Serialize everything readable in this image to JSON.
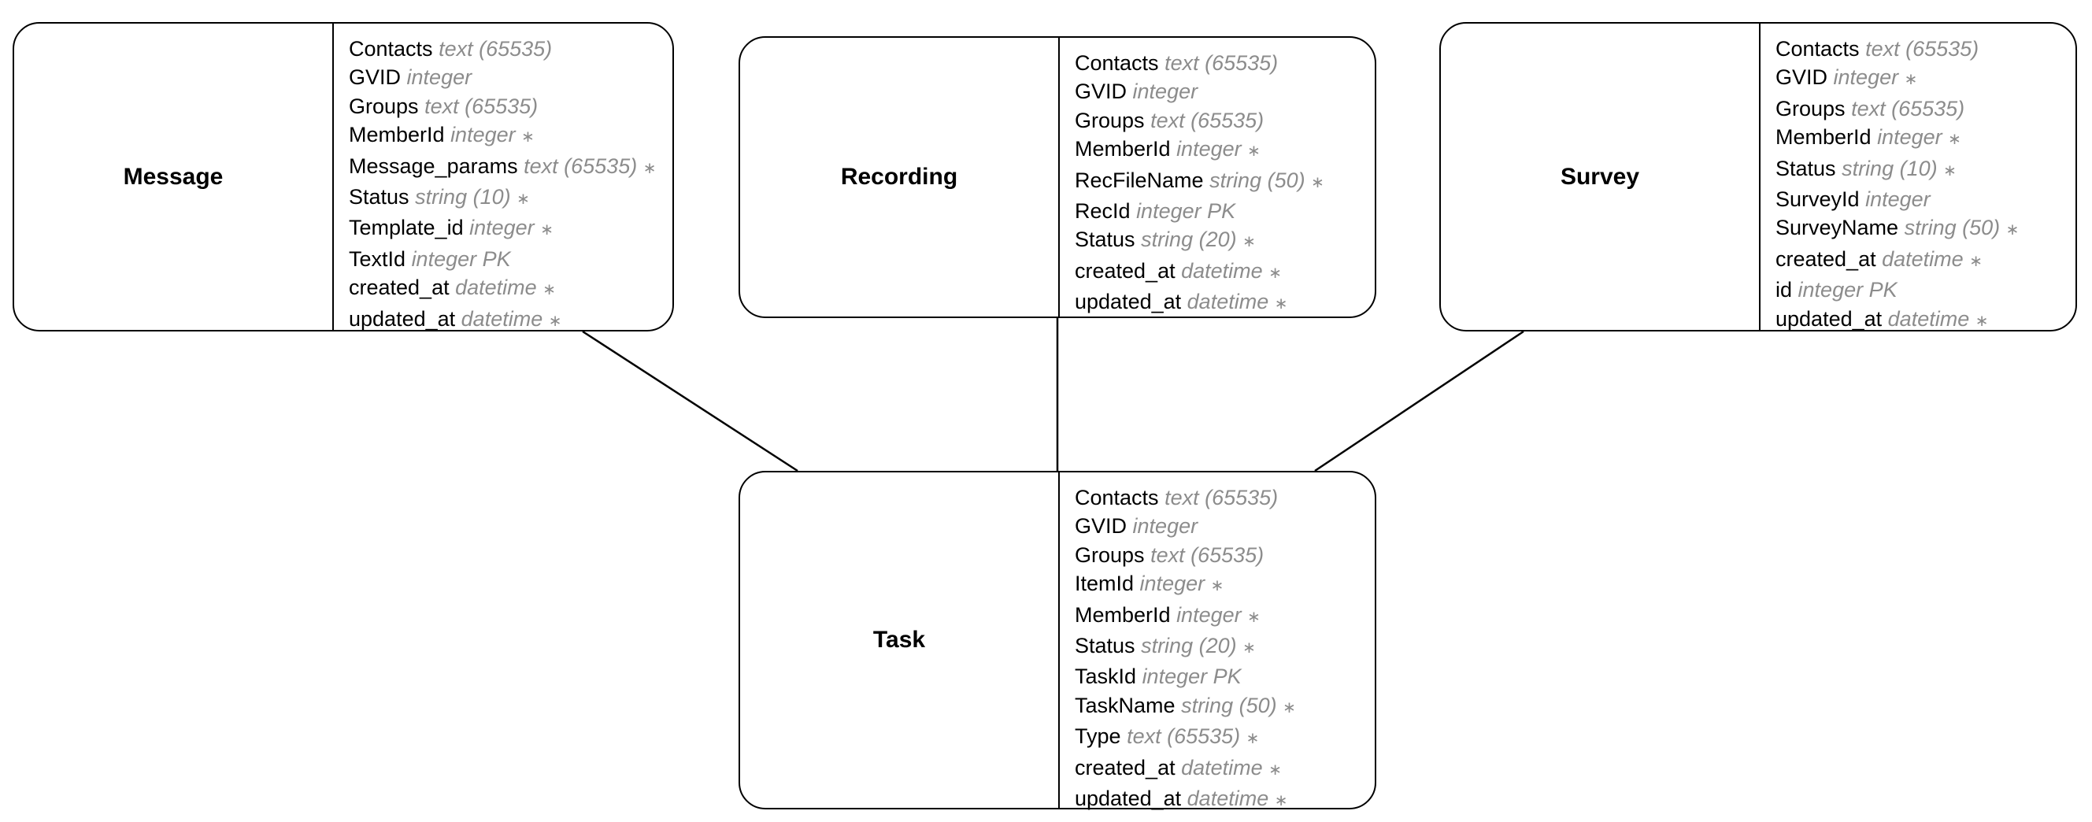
{
  "entities": [
    {
      "id": "message",
      "name": "Message",
      "attributes": [
        {
          "field": "Contacts",
          "type": "text (65535)",
          "required": false,
          "key": ""
        },
        {
          "field": "GVID",
          "type": "integer",
          "required": false,
          "key": ""
        },
        {
          "field": "Groups",
          "type": "text (65535)",
          "required": false,
          "key": ""
        },
        {
          "field": "MemberId",
          "type": "integer",
          "required": true,
          "key": ""
        },
        {
          "field": "Message_params",
          "type": "text (65535)",
          "required": true,
          "key": ""
        },
        {
          "field": "Status",
          "type": "string (10)",
          "required": true,
          "key": ""
        },
        {
          "field": "Template_id",
          "type": "integer",
          "required": true,
          "key": ""
        },
        {
          "field": "TextId",
          "type": "integer",
          "required": false,
          "key": "PK"
        },
        {
          "field": "created_at",
          "type": "datetime",
          "required": true,
          "key": ""
        },
        {
          "field": "updated_at",
          "type": "datetime",
          "required": true,
          "key": ""
        }
      ]
    },
    {
      "id": "recording",
      "name": "Recording",
      "attributes": [
        {
          "field": "Contacts",
          "type": "text (65535)",
          "required": false,
          "key": ""
        },
        {
          "field": "GVID",
          "type": "integer",
          "required": false,
          "key": ""
        },
        {
          "field": "Groups",
          "type": "text (65535)",
          "required": false,
          "key": ""
        },
        {
          "field": "MemberId",
          "type": "integer",
          "required": true,
          "key": ""
        },
        {
          "field": "RecFileName",
          "type": "string (50)",
          "required": true,
          "key": ""
        },
        {
          "field": "RecId",
          "type": "integer",
          "required": false,
          "key": "PK"
        },
        {
          "field": "Status",
          "type": "string (20)",
          "required": true,
          "key": ""
        },
        {
          "field": "created_at",
          "type": "datetime",
          "required": true,
          "key": ""
        },
        {
          "field": "updated_at",
          "type": "datetime",
          "required": true,
          "key": ""
        }
      ]
    },
    {
      "id": "survey",
      "name": "Survey",
      "attributes": [
        {
          "field": "Contacts",
          "type": "text (65535)",
          "required": false,
          "key": ""
        },
        {
          "field": "GVID",
          "type": "integer",
          "required": true,
          "key": ""
        },
        {
          "field": "Groups",
          "type": "text (65535)",
          "required": false,
          "key": ""
        },
        {
          "field": "MemberId",
          "type": "integer",
          "required": true,
          "key": ""
        },
        {
          "field": "Status",
          "type": "string (10)",
          "required": true,
          "key": ""
        },
        {
          "field": "SurveyId",
          "type": "integer",
          "required": false,
          "key": ""
        },
        {
          "field": "SurveyName",
          "type": "string (50)",
          "required": true,
          "key": ""
        },
        {
          "field": "created_at",
          "type": "datetime",
          "required": true,
          "key": ""
        },
        {
          "field": "id",
          "type": "integer",
          "required": false,
          "key": "PK"
        },
        {
          "field": "updated_at",
          "type": "datetime",
          "required": true,
          "key": ""
        }
      ]
    },
    {
      "id": "task",
      "name": "Task",
      "attributes": [
        {
          "field": "Contacts",
          "type": "text (65535)",
          "required": false,
          "key": ""
        },
        {
          "field": "GVID",
          "type": "integer",
          "required": false,
          "key": ""
        },
        {
          "field": "Groups",
          "type": "text (65535)",
          "required": false,
          "key": ""
        },
        {
          "field": "ItemId",
          "type": "integer",
          "required": true,
          "key": ""
        },
        {
          "field": "MemberId",
          "type": "integer",
          "required": true,
          "key": ""
        },
        {
          "field": "Status",
          "type": "string (20)",
          "required": true,
          "key": ""
        },
        {
          "field": "TaskId",
          "type": "integer",
          "required": false,
          "key": "PK"
        },
        {
          "field": "TaskName",
          "type": "string (50)",
          "required": true,
          "key": ""
        },
        {
          "field": "Type",
          "type": "text (65535)",
          "required": true,
          "key": ""
        },
        {
          "field": "created_at",
          "type": "datetime",
          "required": true,
          "key": ""
        },
        {
          "field": "updated_at",
          "type": "datetime",
          "required": true,
          "key": ""
        }
      ]
    }
  ],
  "relationships": [
    {
      "from": "message",
      "to": "task"
    },
    {
      "from": "recording",
      "to": "task"
    },
    {
      "from": "survey",
      "to": "task"
    }
  ],
  "required_marker": "∗"
}
